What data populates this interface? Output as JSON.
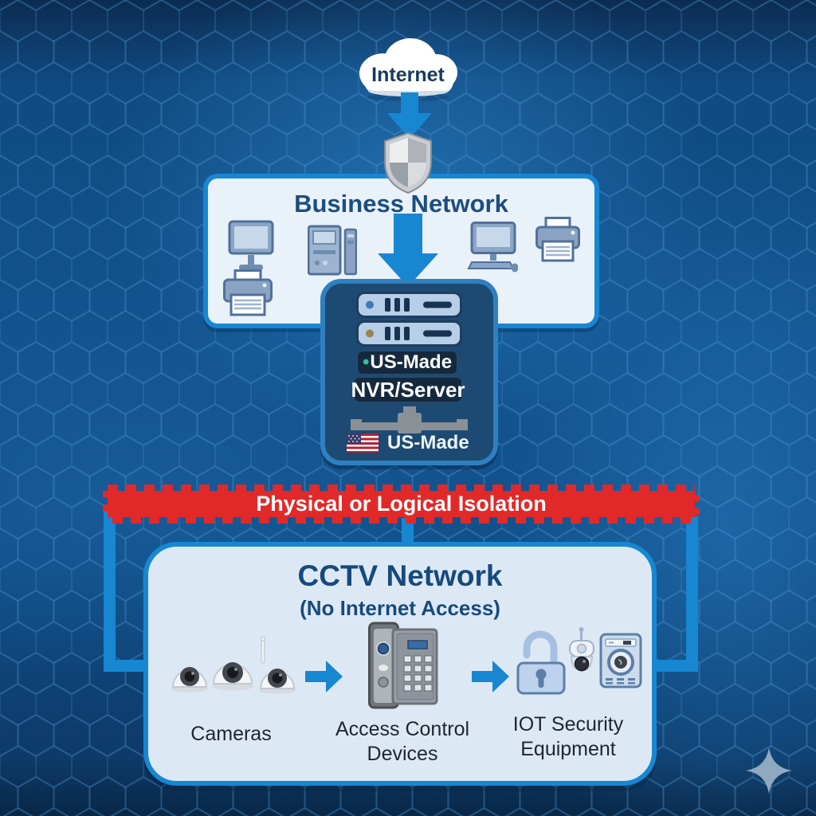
{
  "internet": {
    "label": "Internet",
    "icon": "cloud-icon"
  },
  "flow": {
    "top_arrow_icon": "down-arrow-icon",
    "shield_icon": "shield-icon"
  },
  "business": {
    "title": "Business Network",
    "icons": [
      "monitor-icon",
      "tower-pc-icon",
      "down-arrow-icon",
      "desktop-computer-icon",
      "printer-icon",
      "printer-icon"
    ]
  },
  "nvr": {
    "server_icons": [
      "server-unit-icon",
      "server-unit-icon"
    ],
    "pill1_bullet": "•",
    "pill1_label": "US-Made",
    "pill2_label": "NVR/Server",
    "network_icon": "network-splitter-icon",
    "flag_icon": "us-flag-icon",
    "flag_label": "US-Made"
  },
  "isolation": {
    "label": "Physical or Logical Isolation"
  },
  "cctv": {
    "title": "CCTV Network",
    "subtitle": "(No Internet Access)",
    "groups": [
      {
        "label": "Cameras",
        "icon": "dome-cameras-icon"
      },
      {
        "label": "Access Control Devices",
        "icon": "access-control-icon"
      },
      {
        "label": "IOT Security Equipment",
        "icon": "iot-security-icon"
      }
    ],
    "arrow_icons": [
      "right-arrow-icon",
      "right-arrow-icon"
    ]
  },
  "decor": {
    "sparkle_icon": "sparkle-icon",
    "background_pattern": "hexagon-grid"
  },
  "colors": {
    "accent_blue": "#1787d2",
    "banner_red": "#e12929",
    "navy_title": "#1c4d80",
    "cctv_title_navy": "#174a7c",
    "business_box_fill": "#e9f1f9",
    "cctv_box_fill": "#dce9f5",
    "nvr_box_fill": "#1d4a72",
    "nvr_box_border": "#2e80c1",
    "pill_fill": "#14293e",
    "teal_bullet": "#2fc2a5",
    "background_blue": "#125490",
    "flag_red": "#b22234",
    "flag_canton_blue": "#3c3b6e"
  }
}
